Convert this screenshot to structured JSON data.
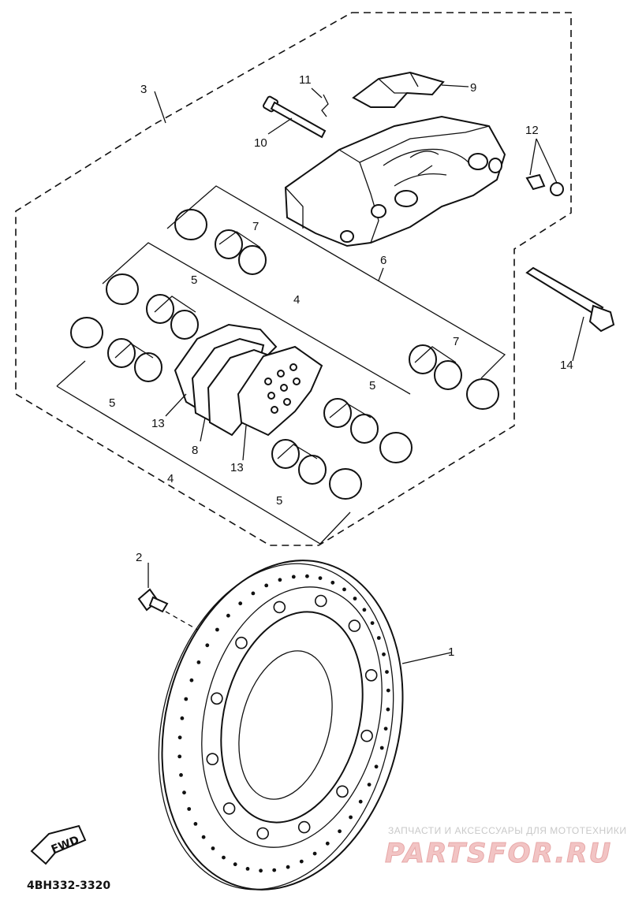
{
  "diagram": {
    "part_labels": {
      "p1": "1",
      "p2": "2",
      "p3": "3",
      "p4a": "4",
      "p4b": "4",
      "p5a": "5",
      "p5b": "5",
      "p5c": "5",
      "p5d": "5",
      "p6": "6",
      "p7a": "7",
      "p7b": "7",
      "p8": "8",
      "p9": "9",
      "p10": "10",
      "p11": "11",
      "p12": "12",
      "p13a": "13",
      "p13b": "13",
      "p14": "14"
    },
    "direction_badge": "FWD",
    "drawing_code": "4BH332-3320"
  },
  "watermark": {
    "tagline": "ЗАПЧАСТИ И АКСЕССУАРЫ ДЛЯ МОТОТЕХНИКИ",
    "brand": "PARTSFOR.RU"
  }
}
